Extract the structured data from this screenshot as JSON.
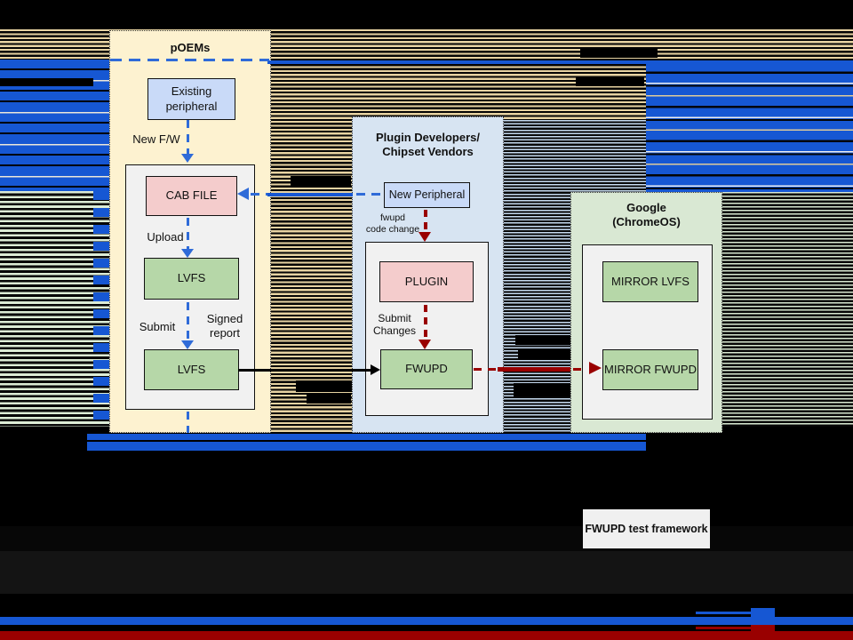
{
  "slide": {
    "type": "glitched flowchart slide",
    "lanes": {
      "poems": {
        "title": "pOEMs"
      },
      "plugin": {
        "title1": "Plugin Developers/",
        "title2": "Chipset Vendors"
      },
      "google": {
        "title1": "Google",
        "title2": "(ChromeOS)"
      }
    },
    "nodes": {
      "existing_peripheral": {
        "line1": "Existing",
        "line2": "peripheral"
      },
      "cab_file": {
        "label": "CAB FILE"
      },
      "lvfs_upper": {
        "label": "LVFS"
      },
      "lvfs_lower": {
        "label": "LVFS"
      },
      "new_peripheral": {
        "label": "New Peripheral"
      },
      "plugin": {
        "label": "PLUGIN"
      },
      "fwupd": {
        "label": "FWUPD"
      },
      "mirror_lvfs": {
        "label": "MIRROR LVFS"
      },
      "mirror_fwupd": {
        "label": "MIRROR FWUPD"
      },
      "test_framework": {
        "label": "FWUPD test framework"
      }
    },
    "edge_labels": {
      "new_fw": "New F/W",
      "upload": "Upload",
      "submit": "Submit",
      "signed1": "Signed",
      "signed2": "report",
      "fwupd_change1": "fwupd",
      "fwupd_change2": "code change",
      "submit_changes1": "Submit",
      "submit_changes2": "Changes"
    },
    "colors": {
      "lane_poems_bg": "#fdf2d0",
      "lane_plugin_bg": "#d7e4f2",
      "lane_google_bg": "#d9e8d3",
      "node_blue": "#c9daf8",
      "node_pink": "#f4cccc",
      "node_green": "#b6d7a8",
      "container_gray": "#f1f1f1",
      "arrow_blue": "#2f6bd8",
      "arrow_red": "#990000",
      "arrow_black": "#000000",
      "stripe_tan": "#e7d3a2",
      "stripe_blue": "#1657d3",
      "stripe_pale_blue": "#c6dbf0",
      "stripe_green": "#dcecd5",
      "bottom_bar_blue": "#1657d3",
      "bottom_bar_red": "#990000"
    }
  }
}
